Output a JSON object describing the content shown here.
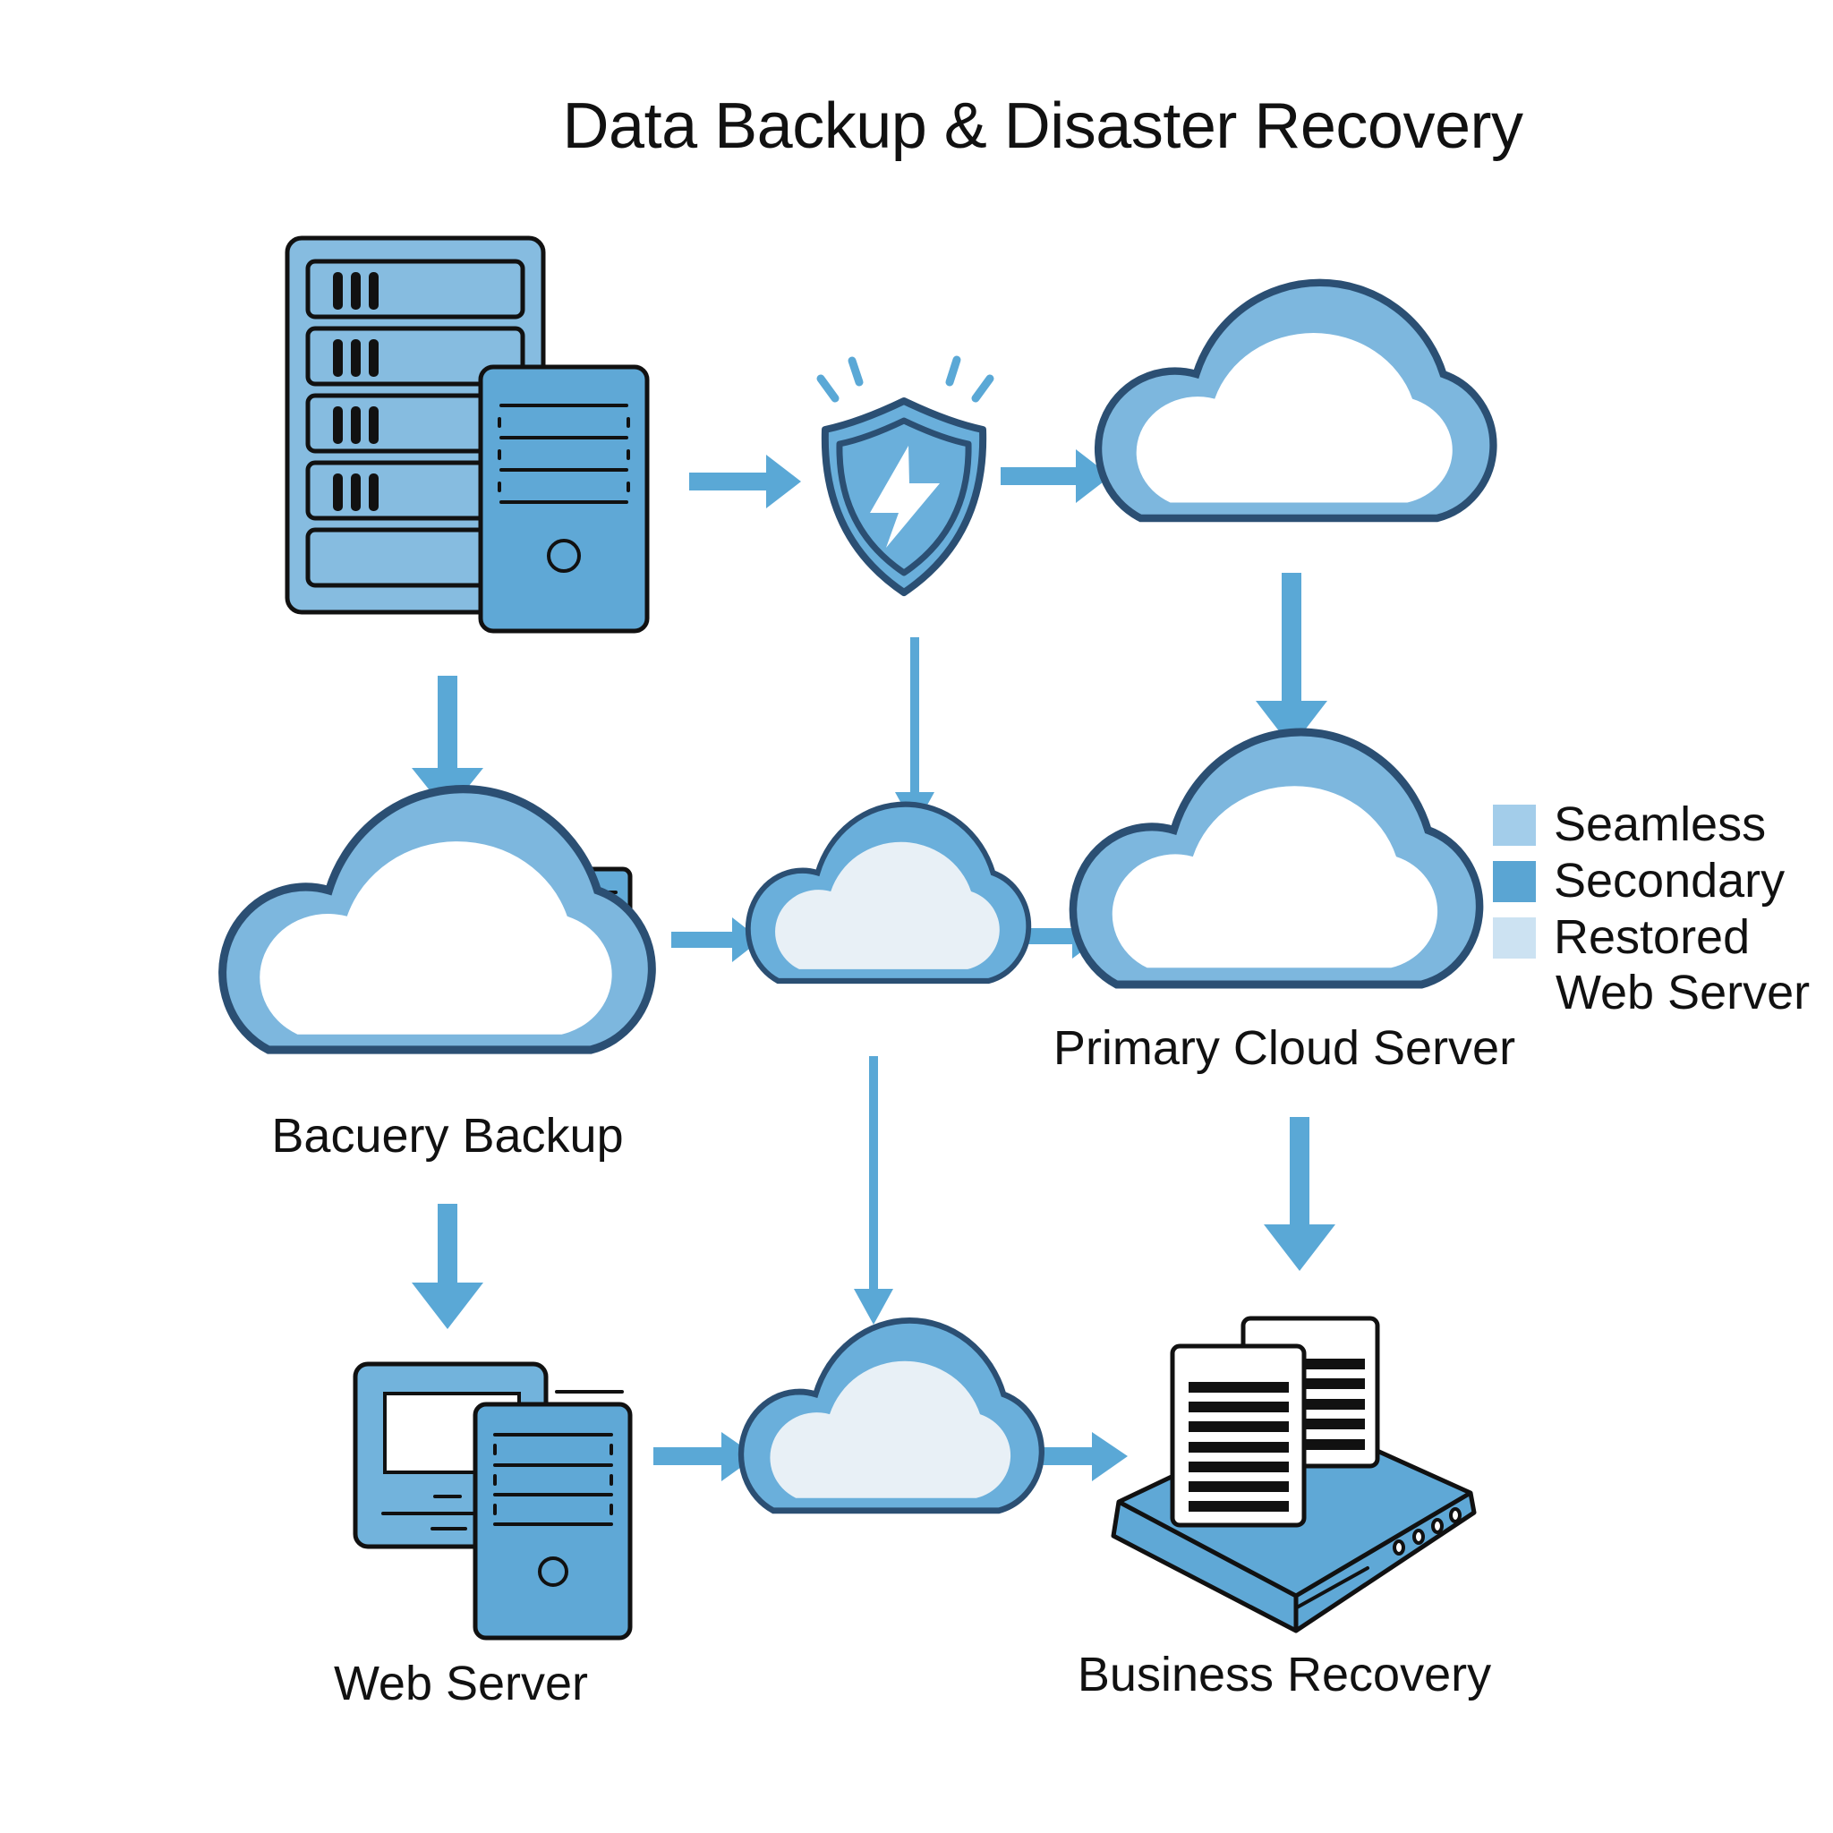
{
  "title": "Data Backup & Disaster Recovery",
  "colors": {
    "primary_blue": "#5AA5D3",
    "light_blue": "#8DC0E2",
    "outline_dark": "#2B4F73",
    "black": "#111111",
    "cloud_fill_white": "#FFFFFF",
    "cloud_fill_pale": "#E8F0F6",
    "arrow": "#5AA8D6"
  },
  "nodes": [
    {
      "id": "source-servers",
      "icon": "server-rack-icon",
      "label": ""
    },
    {
      "id": "security-shield",
      "icon": "shield-lightning-icon",
      "label": ""
    },
    {
      "id": "cloud-top-right",
      "icon": "cloud-icon",
      "label": ""
    },
    {
      "id": "backup-cloud",
      "icon": "cloud-backup-icon",
      "label": "Bacuery Backup"
    },
    {
      "id": "cloud-middle",
      "icon": "cloud-icon",
      "label": ""
    },
    {
      "id": "primary-cloud",
      "icon": "cloud-icon",
      "label": "Primary Cloud Server"
    },
    {
      "id": "web-server",
      "icon": "web-server-icon",
      "label": "Web Server"
    },
    {
      "id": "cloud-bottom",
      "icon": "cloud-icon",
      "label": ""
    },
    {
      "id": "business-recovery",
      "icon": "storage-documents-icon",
      "label": "Business Recovery"
    }
  ],
  "edges": [
    {
      "from": "source-servers",
      "to": "security-shield"
    },
    {
      "from": "security-shield",
      "to": "cloud-top-right"
    },
    {
      "from": "cloud-top-right",
      "to": "primary-cloud"
    },
    {
      "from": "source-servers",
      "to": "backup-cloud"
    },
    {
      "from": "security-shield",
      "to": "cloud-middle"
    },
    {
      "from": "backup-cloud",
      "to": "cloud-middle"
    },
    {
      "from": "cloud-middle",
      "to": "primary-cloud"
    },
    {
      "from": "primary-cloud",
      "to": "business-recovery"
    },
    {
      "from": "backup-cloud",
      "to": "web-server"
    },
    {
      "from": "cloud-middle",
      "to": "cloud-bottom"
    },
    {
      "from": "web-server",
      "to": "cloud-bottom"
    },
    {
      "from": "cloud-bottom",
      "to": "business-recovery"
    }
  ],
  "legend": {
    "items": [
      {
        "label": "Seamless",
        "color": "#A3CDEA"
      },
      {
        "label": "Secondary",
        "color": "#5AA5D3"
      },
      {
        "label": "Restored",
        "color": "#CCE2F2"
      }
    ],
    "extra_text": "Web Server"
  }
}
